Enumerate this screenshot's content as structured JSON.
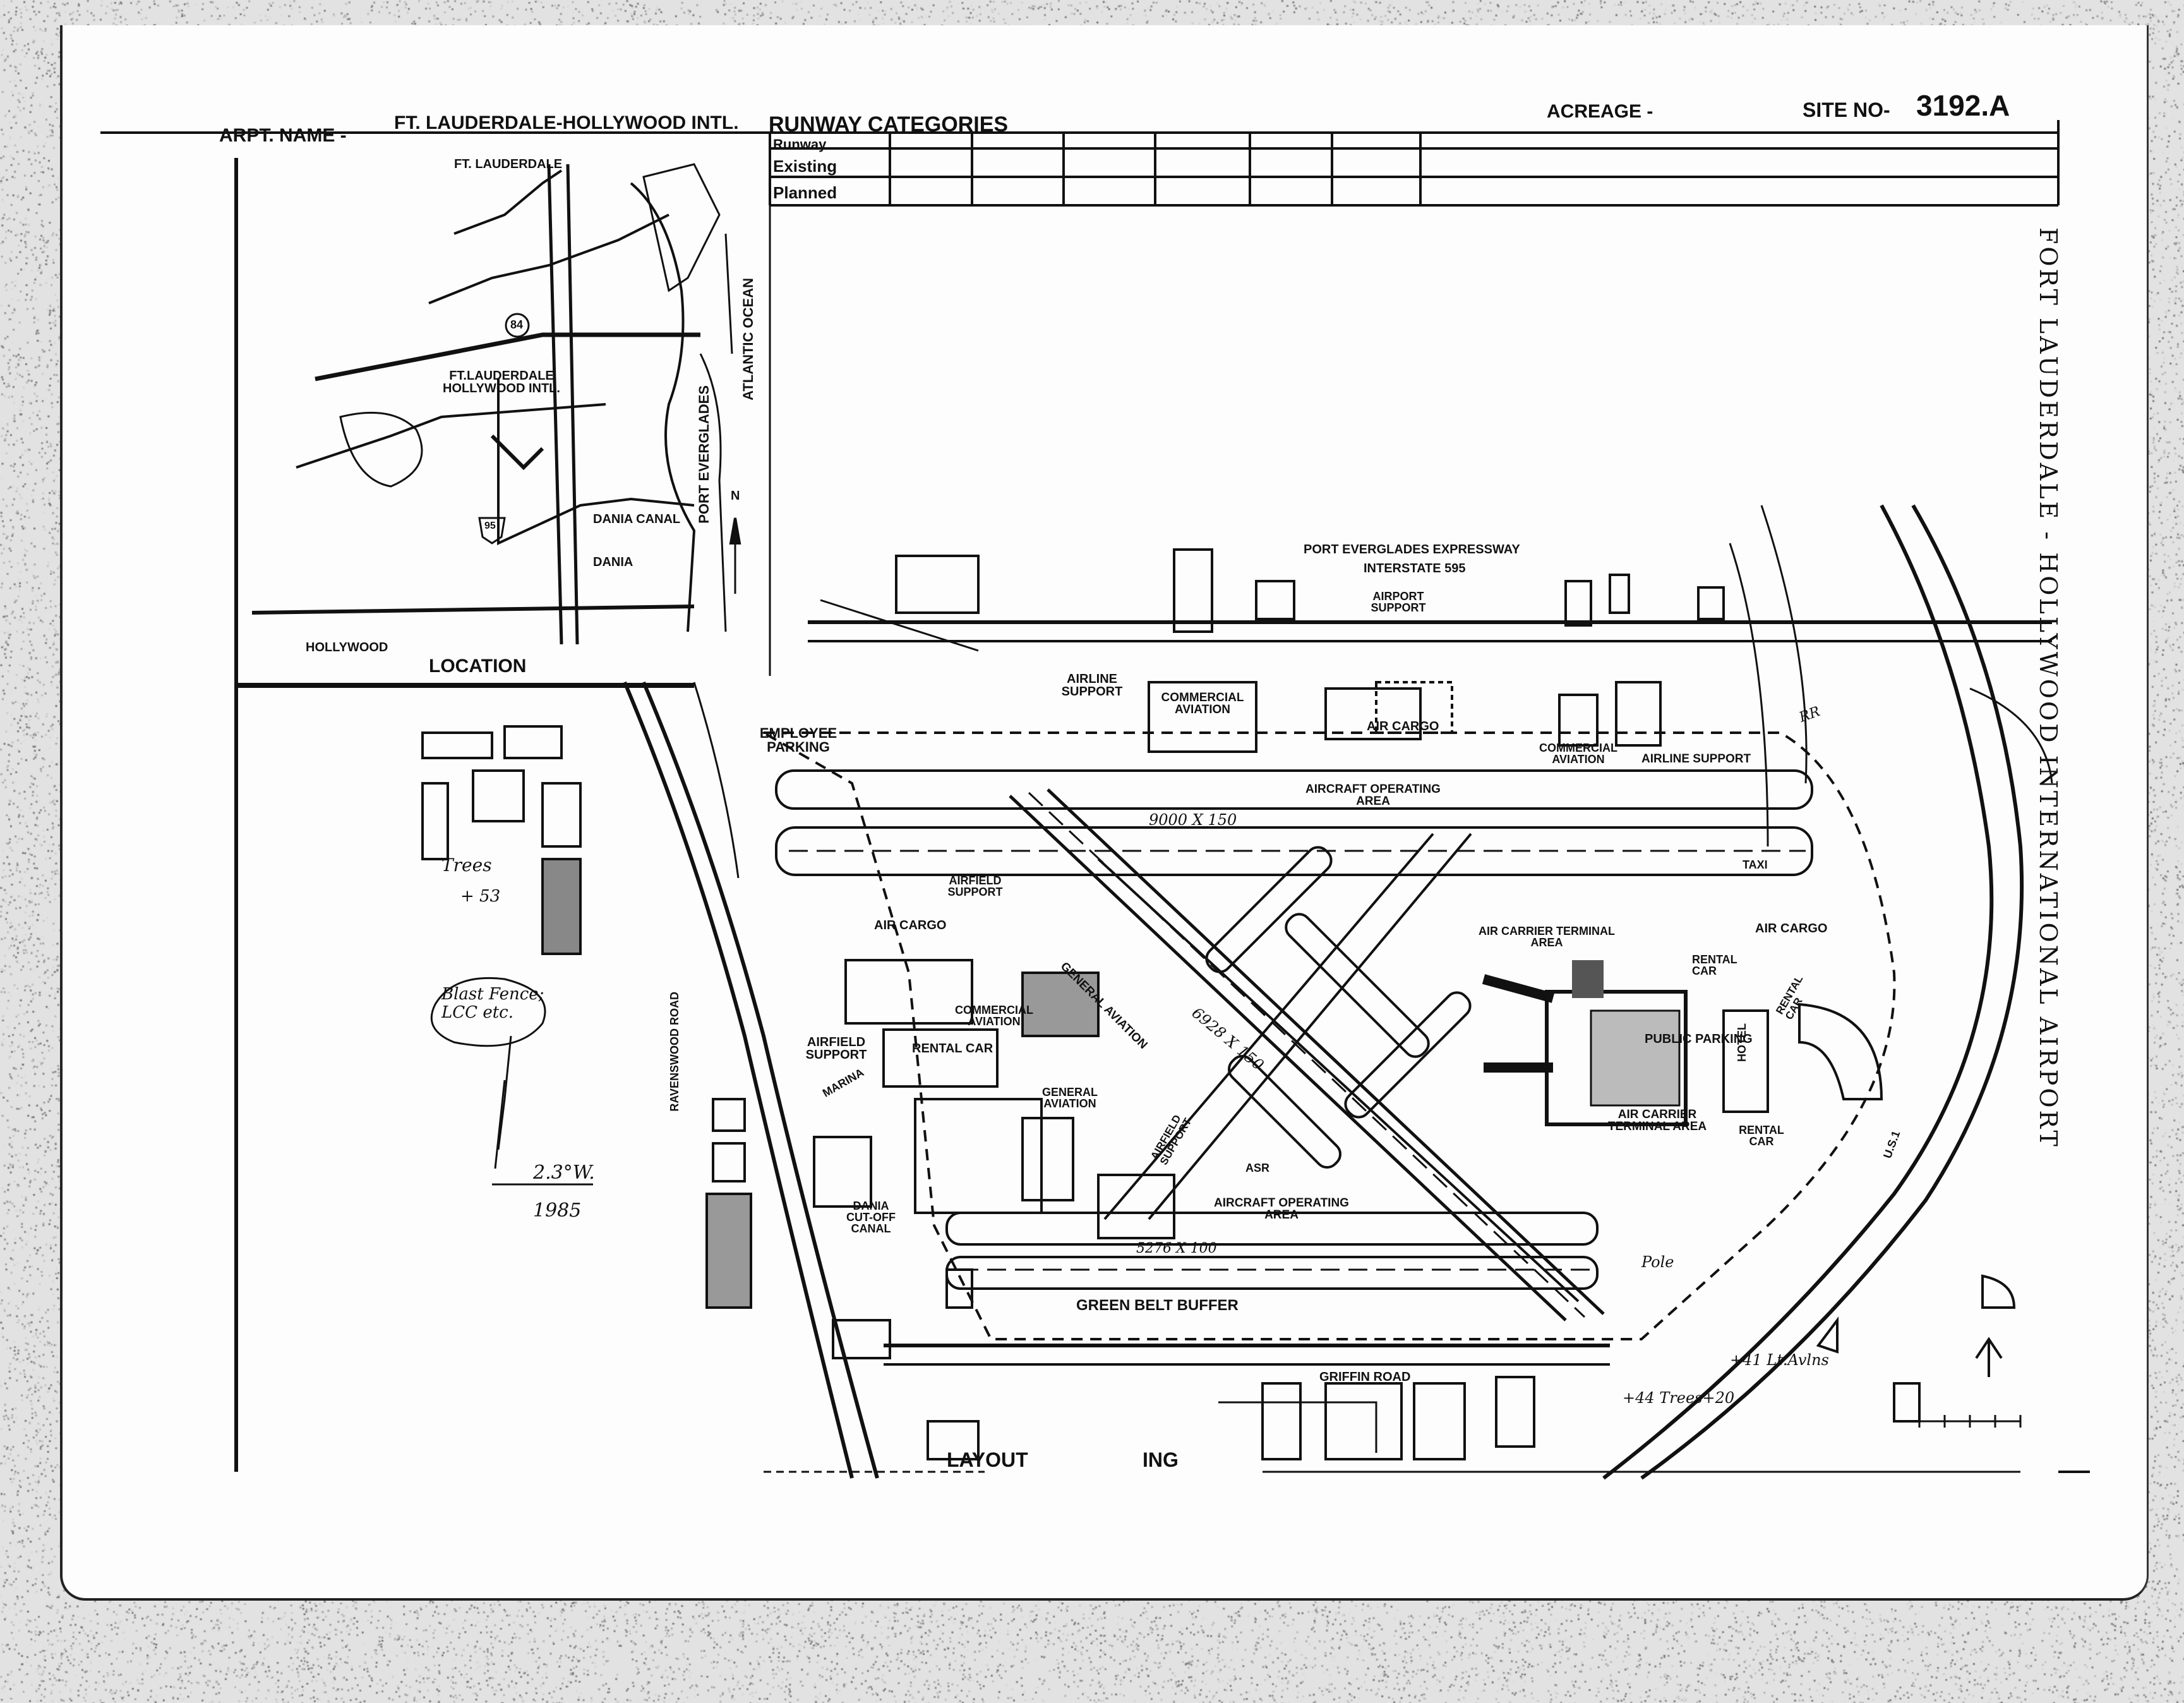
{
  "header": {
    "airport_name_label": "ARPT. NAME -",
    "airport_name_value": "FT. LAUDERDALE-HOLLYWOOD INTL.",
    "runway_categories": "RUNWAY CATEGORIES",
    "acreage_label": "ACREAGE -",
    "site_no_label": "SITE NO-",
    "site_no_value": "3192.A",
    "row_labels": [
      "Runway",
      "Existing",
      "Planned"
    ]
  },
  "side_title": "FORT LAUDERDALE - HOLLYWOOD INTERNATIONAL AIRPORT",
  "location_map": {
    "caption": "LOCATION",
    "labels": {
      "ft_lauderdale": "FT. LAUDERDALE",
      "airport": "FT.LAUDERDALE HOLLYWOOD INTL.",
      "dania_canal": "DANIA CANAL",
      "dania": "DANIA",
      "hollywood": "HOLLYWOOD",
      "port_everglades": "PORT EVERGLADES",
      "atlantic_ocean": "ATLANTIC OCEAN",
      "north": "N",
      "route_84": "84",
      "route_95": "95"
    }
  },
  "plan_labels": {
    "expressway": "PORT EVERGLADES EXPRESSWAY",
    "interstate": "INTERSTATE 595",
    "airport_support": "AIRPORT SUPPORT",
    "airline_support_n": "AIRLINE SUPPORT",
    "commercial_aviation_n": "COMMERCIAL AVIATION",
    "air_cargo_n": "AIR CARGO",
    "commercial_aviation_ne": "COMMERCIAL AVIATION",
    "airline_support_ne": "AIRLINE SUPPORT",
    "employee_parking": "EMPLOYEE PARKING",
    "aircraft_operating_area_n": "AIRCRAFT OPERATING AREA",
    "runway_n": "9000 X 150",
    "airfield_support_w": "AIRFIELD SUPPORT",
    "air_cargo_w": "AIR CARGO",
    "general_aviation_diag": "GENERAL AVIATION",
    "commercial_aviation_w": "COMMERCIAL AVIATION",
    "rental_car_w": "RENTAL CAR",
    "airfield_support_sw": "AIRFIELD SUPPORT",
    "general_aviation_s": "GENERAL AVIATION",
    "airfield_support_s": "AIRFIELD SUPPORT",
    "asr": "ASR",
    "runway_diag": "6928 X 150",
    "air_carrier_terminal_area": "AIR CARRIER TERMINAL AREA",
    "public_parking": "PUBLIC PARKING",
    "hotel": "HOTEL",
    "rental_car_e": "RENTAL CAR",
    "rental_car_e2": "RENTAL CAR",
    "air_cargo_e": "AIR CARGO",
    "air_carrier_terminal_area_s": "AIR CARRIER TERMINAL AREA",
    "rental_car_se": "RENTAL CAR",
    "aircraft_operating_area_s": "AIRCRAFT OPERATING AREA",
    "runway_s": "5276 X 100",
    "green_belt_buffer": "GREEN BELT BUFFER",
    "griffin_road": "GRIFFIN ROAD",
    "ravenswood_road": "RAVENSWOOD ROAD",
    "marina": "MARINA",
    "dania_cutoff_canal": "DANIA CUT-OFF CANAL",
    "us1": "U.S.1",
    "taxi": "TAXI",
    "rr": "RR",
    "footer": "LAYOUT",
    "footer2": "ING"
  },
  "annotations": {
    "trees": "Trees",
    "plus53": "+ 53",
    "blast": "Blast Fence; LCC etc.",
    "magvar": "2.3°W.",
    "year": "1985",
    "pole": "Pole",
    "right_notes": "+41   Lt.Avlns",
    "right_notes2": "+44   Trees+20"
  },
  "colors": {
    "ink": "#111111",
    "paper": "#fdfdfd",
    "background": "#e2e2e2"
  }
}
